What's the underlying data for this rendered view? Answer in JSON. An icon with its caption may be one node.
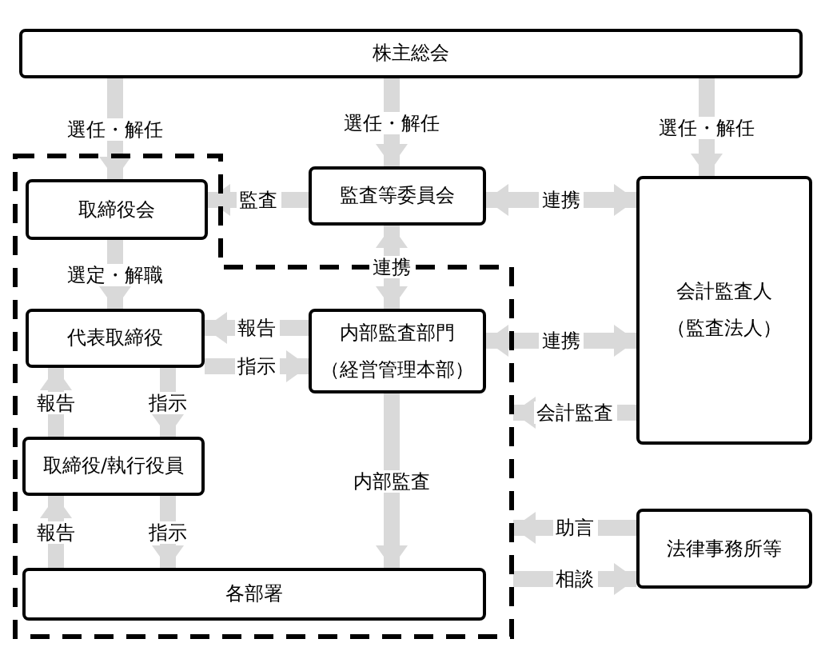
{
  "diagram": {
    "nodes": [
      {
        "text": [
          "株主総会"
        ]
      },
      {
        "text": [],
        "shape": "box"
      },
      {
        "text": [
          "取締役会"
        ],
        "in": 1
      },
      {
        "text": [
          "監査等委員会"
        ]
      },
      {
        "text": [
          "会計監査人",
          "（監査法人）"
        ]
      },
      {
        "text": [
          "代表取締役"
        ],
        "in": 1
      },
      {
        "text": [
          "内部監査部門",
          "（経営管理本部）"
        ],
        "in": 1
      },
      {
        "text": [
          "取締役/執行役員"
        ],
        "in": 1
      },
      {
        "text": [
          "法律事務所等"
        ]
      },
      {
        "text": [
          "各部署"
        ],
        "in": 1
      }
    ],
    "edges": [
      {
        "from": 0,
        "to": 2,
        "arrow": "to",
        "label": "選任・解任"
      },
      {
        "from": 0,
        "to": 3,
        "arrow": "to",
        "label": "選任・解任"
      },
      {
        "from": 0,
        "to": 4,
        "arrow": "to",
        "label": "選任・解任"
      },
      {
        "from": 3,
        "to": 2,
        "arrow": "to",
        "label": "監査"
      },
      {
        "from": 3,
        "to": 4,
        "arrow": "both",
        "label": "連携"
      },
      {
        "from": 3,
        "to": 6,
        "arrow": "both",
        "label": "連携"
      },
      {
        "from": 2,
        "to": 5,
        "arrow": "to",
        "label": "選定・解職"
      },
      {
        "from": 6,
        "to": 5,
        "arrow": "to",
        "label": "報告"
      },
      {
        "from": 5,
        "to": 6,
        "arrow": "to",
        "label": "指示"
      },
      {
        "from": 5,
        "to": 7,
        "arrow": "to",
        "label": "指示"
      },
      {
        "from": 7,
        "to": 5,
        "arrow": "to",
        "label": "報告"
      },
      {
        "from": 6,
        "to": 4,
        "arrow": "both",
        "label": "連携"
      },
      {
        "from": 4,
        "to": 1,
        "arrow": "to",
        "label": "会計監査"
      },
      {
        "from": 6,
        "to": 9,
        "arrow": "to",
        "label": "内部監査"
      },
      {
        "from": 9,
        "to": 7,
        "arrow": "to",
        "label": "報告"
      },
      {
        "from": 7,
        "to": 9,
        "arrow": "to",
        "label": "指示"
      },
      {
        "from": 8,
        "to": 1,
        "arrow": "to",
        "label": "助言"
      },
      {
        "from": 1,
        "to": 8,
        "arrow": "to",
        "label": "相談"
      }
    ]
  }
}
